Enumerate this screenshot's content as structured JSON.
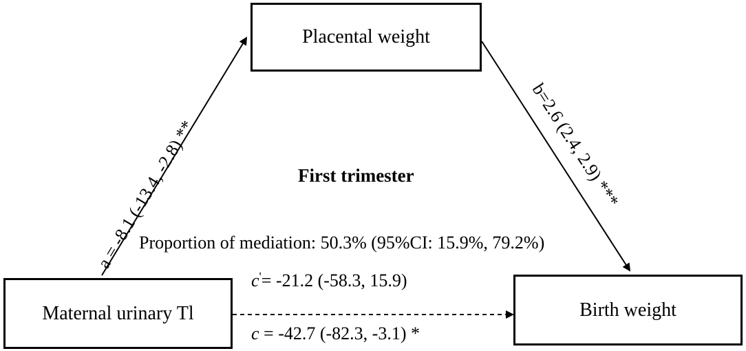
{
  "nodes": {
    "mediator": "Placental weight",
    "exposure": "Maternal urinary Tl",
    "outcome": "Birth weight"
  },
  "center": {
    "title": "First trimester",
    "proportion": "Proportion of mediation: 50.3% (95%CI: 15.9%, 79.2%)"
  },
  "paths": {
    "a": "a = -8.1 (-13.4, -2.8) **",
    "b": "b=2.6 (2.4, 2.9) ***",
    "c_prime_symbol": "c",
    "c_prime_mark": "'",
    "c_prime_value": "= -21.2 (-58.3, 15.9)",
    "c_symbol": "c",
    "c_value": " = -42.7 (-82.3, -3.1) *"
  }
}
